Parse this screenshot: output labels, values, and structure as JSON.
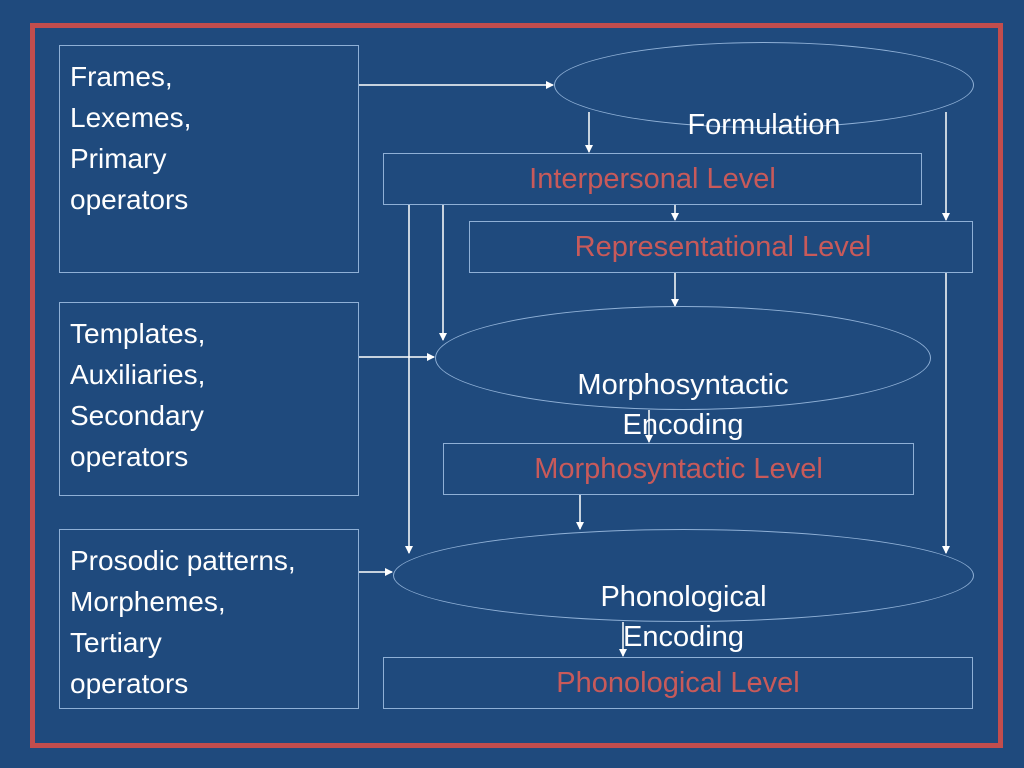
{
  "sources": {
    "lexical": "Frames,\nLexemes,\nPrimary\noperators",
    "grammatical": "Templates,\nAuxiliaries,\nSecondary\noperators",
    "phonological": "Prosodic patterns,\nMorphemes,\nTertiary\noperators"
  },
  "processes": {
    "formulation": "Formulation",
    "morphosyntactic_encoding": "Morphosyntactic\nEncoding",
    "phonological_encoding": "Phonological\nEncoding"
  },
  "levels": {
    "interpersonal": "Interpersonal Level",
    "representational": "Representational Level",
    "morphosyntactic": "Morphosyntactic Level",
    "phonological": "Phonological Level"
  },
  "colors": {
    "background": "#1f4a7d",
    "frame": "#c24d4d",
    "level_text": "#c85a5a",
    "line": "#ffffff"
  }
}
